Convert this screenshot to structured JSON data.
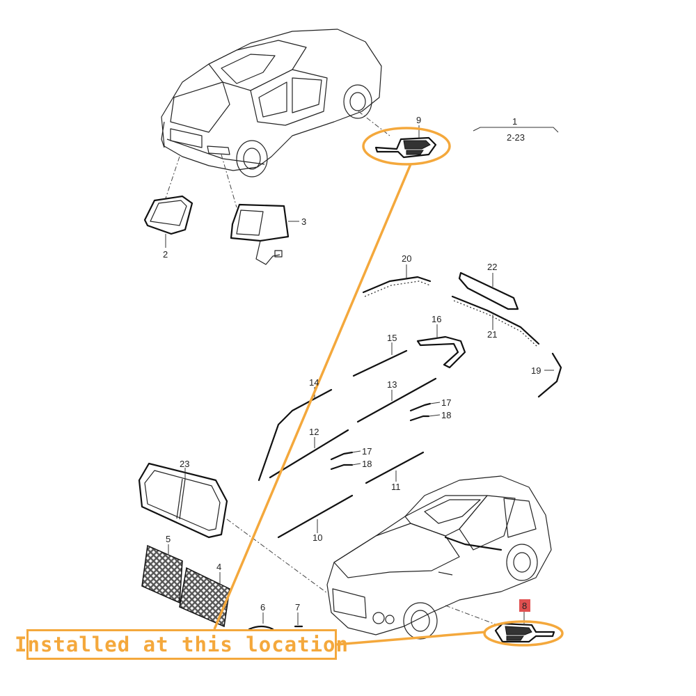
{
  "callout": {
    "text": "Installed at this location",
    "color": "#f4a83c"
  },
  "highlight": {
    "part_number": "8",
    "badge_color": "#e05050"
  },
  "group_label": {
    "main": "1",
    "range": "2-23"
  },
  "part_labels": [
    "2",
    "3",
    "4",
    "5",
    "6",
    "7",
    "9",
    "10",
    "11",
    "12",
    "13",
    "14",
    "15",
    "16",
    "17",
    "17",
    "18",
    "18",
    "19",
    "20",
    "21",
    "22",
    "23"
  ],
  "colors": {
    "accent": "#f4a83c",
    "line": "#222222"
  }
}
